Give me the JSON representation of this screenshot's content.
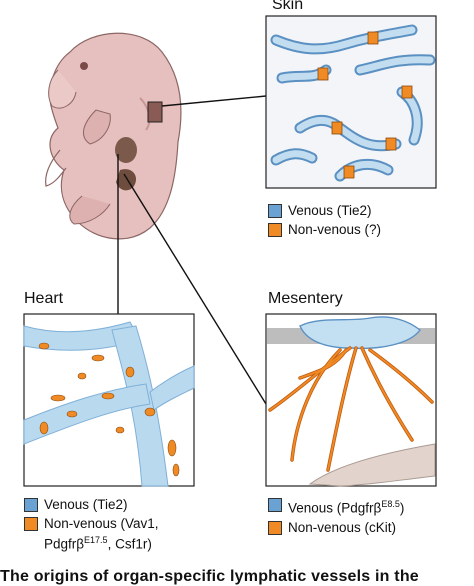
{
  "panels": {
    "skin": {
      "title": "Skin"
    },
    "heart": {
      "title": "Heart"
    },
    "mesentery": {
      "title": "Mesentery"
    }
  },
  "legend_skin": [
    {
      "label": "Venous (Tie2)",
      "color": "#6aa2d4"
    },
    {
      "label": "Non-venous (?)",
      "color": "#f08a24"
    }
  ],
  "legend_heart": {
    "venous": "Venous (Tie2)",
    "nonvenous_line1": "Non-venous (Vav1,",
    "nonvenous_line2_a": "Pdgfrβ",
    "nonvenous_line2_sup": "E17.5",
    "nonvenous_line2_b": ", Csf1r)"
  },
  "legend_mesentery": {
    "venous_a": "Venous (Pdgfrβ",
    "venous_sup": "E8.5",
    "venous_b": ")",
    "nonvenous": "Non-venous (cKit)"
  },
  "colors": {
    "venous": "#6aa2d4",
    "nonvenous": "#f08a24",
    "vessel_fill": "#b7d8ee",
    "embryo_skin": "#e7c3c1"
  },
  "caption": "The origins of organ-specific lymphatic vessels in the"
}
